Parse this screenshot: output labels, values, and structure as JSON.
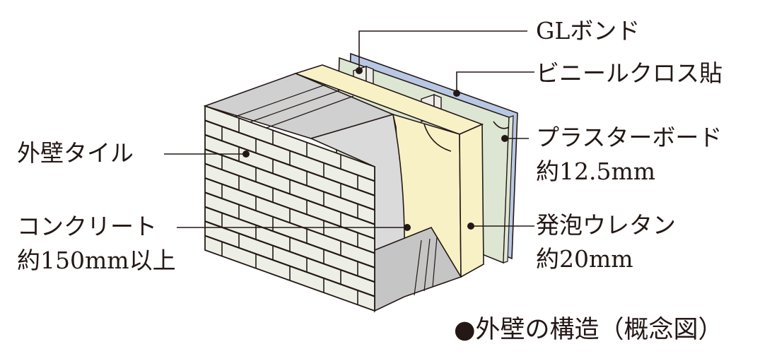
{
  "labels": {
    "gl_bond": "GLボンド",
    "vinyl_cloth": "ビニールクロス貼",
    "plasterboard": "プラスターボード",
    "plasterboard_thickness": "約12.5mm",
    "exterior_tile": "外壁タイル",
    "concrete": "コンクリート",
    "concrete_thickness": "約150mm以上",
    "urethane_foam": "発泡ウレタン",
    "urethane_thickness": "約20mm"
  },
  "caption": "●外壁の構造（概念図）",
  "colors": {
    "tile": "#edefe6",
    "tile_side": "#e2e4da",
    "concrete_top": "#cfd0cf",
    "concrete_side": "#dadada",
    "concrete_dark": "#c4c5c4",
    "urethane": "#f8f1c6",
    "gl_bond": "#edece7",
    "plasterboard": "#dde6d2",
    "cloth": "#b8c8e4",
    "line": "#231815"
  }
}
